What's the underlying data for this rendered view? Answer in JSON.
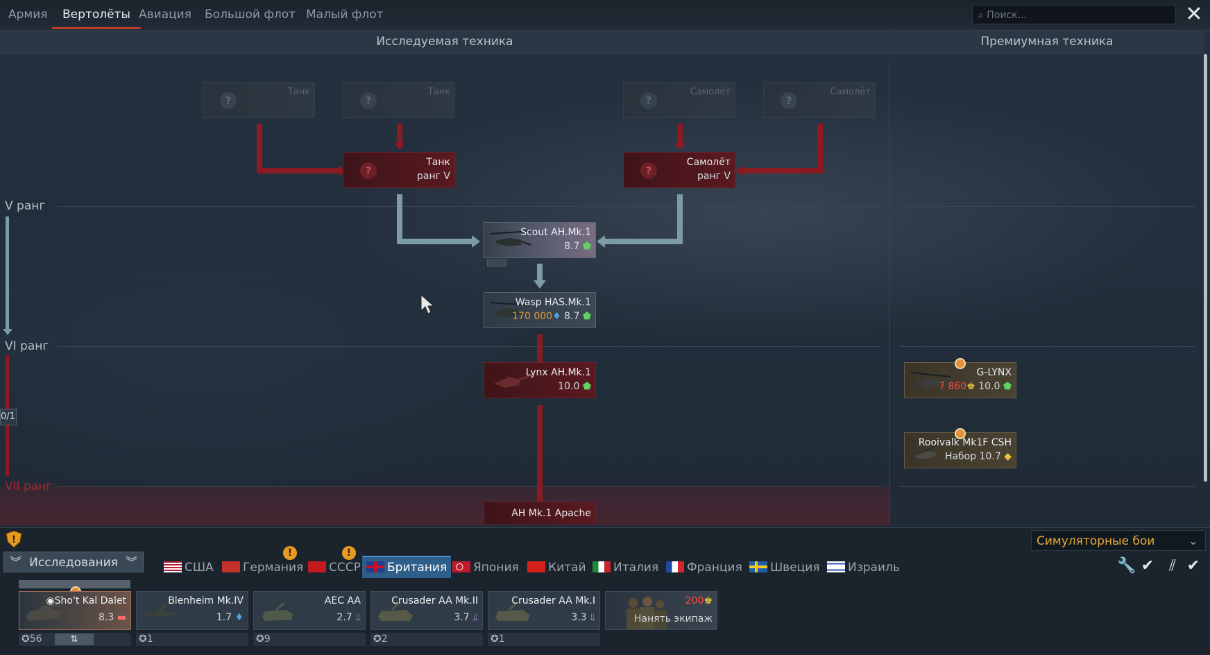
{
  "tabs": [
    {
      "label": "Армия",
      "active": false
    },
    {
      "label": "Вертолёты",
      "active": true
    },
    {
      "label": "Авиация",
      "active": false
    },
    {
      "label": "Большой флот",
      "active": false
    },
    {
      "label": "Малый флот",
      "active": false
    }
  ],
  "search": {
    "placeholder": "Поиск..."
  },
  "sections": {
    "researched": "Исследуемая техника",
    "premium": "Премиумная техника"
  },
  "ranks": {
    "v": "V ранг",
    "vi": "VI ранг",
    "vii": "VII ранг"
  },
  "rank_counter": "0/1",
  "tree": {
    "locked": [
      {
        "name": "Танк"
      },
      {
        "name": "Танк"
      },
      {
        "name": "Самолёт"
      },
      {
        "name": "Самолёт"
      }
    ],
    "requirements": [
      {
        "name": "Танк",
        "sub": "ранг V"
      },
      {
        "name": "Самолёт",
        "sub": "ранг V"
      }
    ],
    "scout": {
      "name": "Scout AH.Mk.1",
      "br": "8.7"
    },
    "wasp": {
      "name": "Wasp HAS.Mk.1",
      "cost": "170 000",
      "br": "8.7"
    },
    "lynx": {
      "name": "Lynx AH.Mk.1",
      "br": "10.0"
    },
    "apache": {
      "name": "AH Mk.1 Apache"
    },
    "glynx": {
      "name": "G-LYNX",
      "cost": "7 860",
      "br": "10.0"
    },
    "rooivalk": {
      "name": "Rooivalk Mk1F CSH",
      "sub": "Набор",
      "br": "10.7"
    }
  },
  "mode": "Симуляторные бои",
  "research_label": "Исследования",
  "nations": [
    {
      "label": "США",
      "warn": false,
      "active": false
    },
    {
      "label": "Германия",
      "warn": true,
      "active": false
    },
    {
      "label": "СССР",
      "warn": true,
      "active": false
    },
    {
      "label": "Британия",
      "warn": false,
      "active": true
    },
    {
      "label": "Япония",
      "warn": false,
      "active": false
    },
    {
      "label": "Китай",
      "warn": false,
      "active": false
    },
    {
      "label": "Италия",
      "warn": false,
      "active": false
    },
    {
      "label": "Франция",
      "warn": false,
      "active": false
    },
    {
      "label": "Швеция",
      "warn": false,
      "active": false
    },
    {
      "label": "Израиль",
      "warn": false,
      "active": false
    }
  ],
  "crew": [
    {
      "name": "Sho't Kal Dalet",
      "br": "8.3",
      "crew": "56",
      "selected": true
    },
    {
      "name": "Blenheim Mk.IV",
      "br": "1.7",
      "crew": "1",
      "selected": false
    },
    {
      "name": "AEC AA",
      "br": "2.7",
      "crew": "9",
      "selected": false
    },
    {
      "name": "Crusader AA Mk.II",
      "br": "3.7",
      "crew": "2",
      "selected": false
    },
    {
      "name": "Crusader AA Mk.I",
      "br": "3.3",
      "crew": "1",
      "selected": false
    }
  ],
  "hire": {
    "cost": "200",
    "label": "Нанять экипаж"
  },
  "colors": {
    "accent": "#c0392b",
    "research_line": "#7d9ba4",
    "locked_line": "#8b1a22",
    "premium_gold": "#e49a3a"
  }
}
